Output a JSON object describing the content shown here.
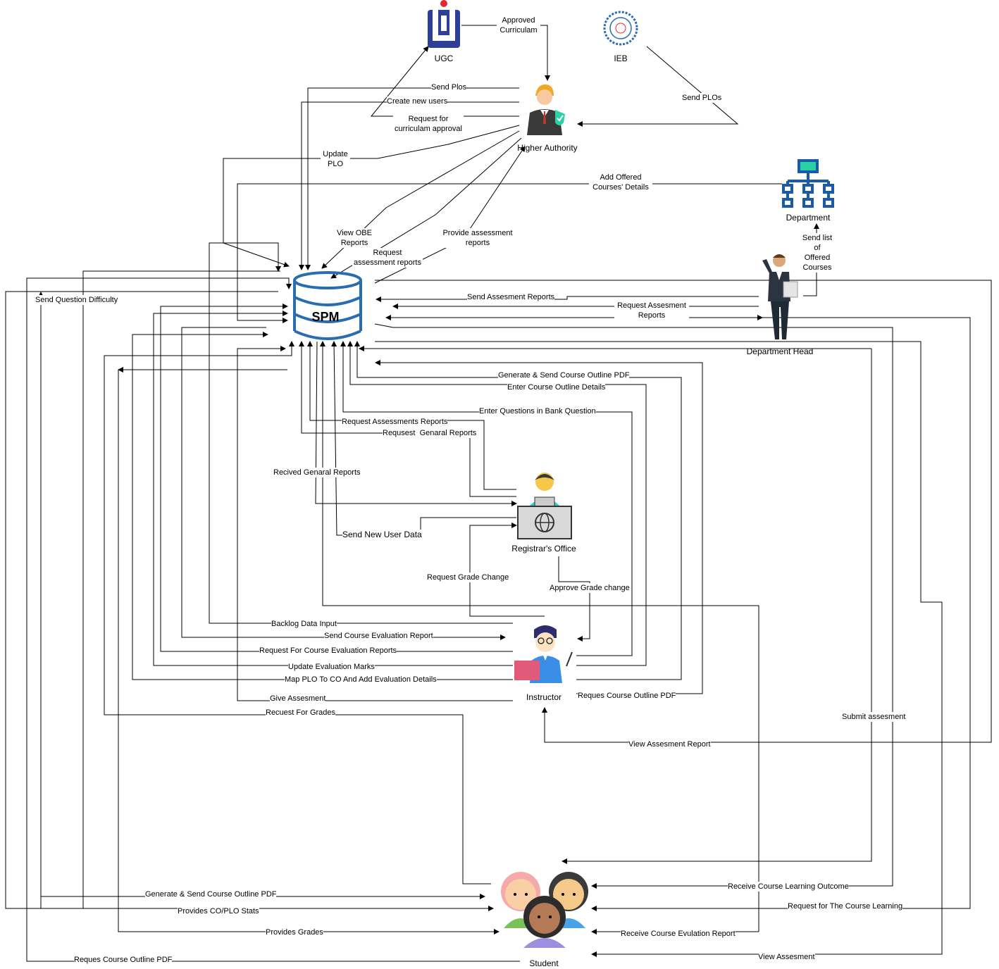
{
  "actors": {
    "ugc": "UGC",
    "ieb": "IEB",
    "higher_authority": "Higher Authority",
    "department": "Department",
    "department_head": "Department Head",
    "spm": "SPM",
    "registrar": "Registrar's Office",
    "instructor": "Instructor",
    "student": "Student"
  },
  "flows": {
    "approved_curriculam": "Approved Curriculam",
    "send_plos_ieb": "Send PLOs",
    "send_plos": "Send Plos",
    "create_new_users": "Create new users",
    "request_curriculam_approval": "Request for curriculam approval",
    "update_plo": "Update PLO",
    "add_offered_courses": "Add Offered Courses' Details",
    "view_obe_reports": "View OBE Reports",
    "request_assessment_reports_ha": "Request assessment reports",
    "provide_assessment_reports": "Provide assessment reports",
    "send_list_offered_courses": "Send list of Offered Courses",
    "send_assesment_reports": "Send Assesment Reports",
    "request_assesment_reports_dh": "Request Assesment Reports",
    "send_question_difficulty": "Send Question Difficulty",
    "generate_send_course_outline_pdf": "Generate & Send Course Outline PDF",
    "enter_course_outline_details": "Enter Course Outline Details",
    "enter_questions_bank": "Enter Questions in Bank Question",
    "request_assessments_reports": "Request Assessments Reports",
    "requsest_genaral_reports": "Requsest  Genaral Reports",
    "recived_genaral_reports": "Recived Genaral Reports",
    "send_new_user_data": "Send New User Data",
    "request_grade_change": "Request Grade Change",
    "approve_grade_change": "Approve Grade change",
    "backlog_data_input": "Backlog Data Input",
    "send_course_evaluation_report": "Send Course Evaluation Report",
    "request_course_evaluation_reports": "Request For Course Evaluation Reports",
    "update_evaluation_marks": "Update Evaluation Marks",
    "map_plo_to_co": "Map PLO To CO And Add Evaluation Details",
    "give_assesment": "Give Assesment",
    "reques_course_outline_pdf_instr": "Reques Course Outline PDF",
    "recuest_for_grades": "Recuest For Grades",
    "submit_assesment": "Submit assesment",
    "view_assesment_report": "View Assesment Report",
    "generate_send_course_outline_pdf_student": "Generate & Send Course Outline PDF",
    "receive_course_learning_outcome": "Receive Course Learning Outcome",
    "provides_co_plo_stats": "Provides CO/PLO Stats",
    "request_for_course_learning": "Request for The Course Learning",
    "provides_grades": "Provides Grades",
    "receive_course_evulation_report": "Receive Course Evulation Report",
    "reques_course_outline_pdf_student": "Reques Course Outline PDF",
    "view_assesment": "View Assesment"
  },
  "colors": {
    "spm_blue": "#2a6cb0",
    "department_blue": "#1b5aa6",
    "department_green": "#2ad1a5",
    "ugc_blue": "#2d3f96",
    "ugc_red": "#e3262d",
    "line": "#000000"
  }
}
